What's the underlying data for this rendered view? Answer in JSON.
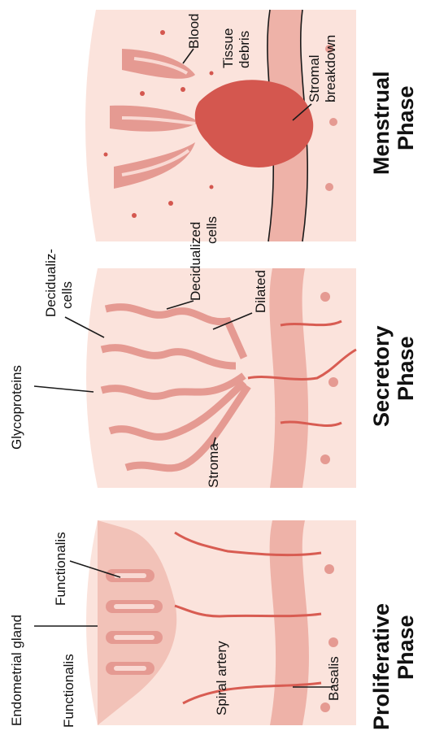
{
  "colors": {
    "tissue_light": "#fbe3dc",
    "tissue_mid": "#f2c2b8",
    "basalis": "#eeb2a8",
    "gland": "#e59a92",
    "gland_lumen": "#f9d9d3",
    "artery": "#d85c52",
    "bleed": "#d4574f",
    "ink": "#111111"
  },
  "panels": {
    "menstrual": {
      "phase_line1": "Menstrual",
      "phase_line2": "Phase",
      "labels": {
        "blood": "Blood",
        "tissue_debris_1": "Tissue",
        "tissue_debris_2": "debris",
        "stromal_1": "Stromal",
        "stromal_2": "breakdown"
      }
    },
    "secretory": {
      "phase_line1": "Secretory",
      "phase_line2": "Phase",
      "labels": {
        "decidualiz_1": "Decidualiz-",
        "decidualiz_2": "cells",
        "glycoproteins": "Glycoproteins",
        "decidualized_1": "Decidualized",
        "decidualized_2": "cells",
        "dilated": "Dilated",
        "stroma": "Stroma"
      }
    },
    "proliferative": {
      "phase_line1": "Proliferative",
      "phase_line2": "Phase",
      "labels": {
        "functionalis_top": "Functionalis",
        "endometrial_gland": "Endometrial gland",
        "functionalis_bottom": "Functionalis",
        "spiral_artery": "Spiral artery",
        "basalis": "Basalis"
      }
    }
  }
}
